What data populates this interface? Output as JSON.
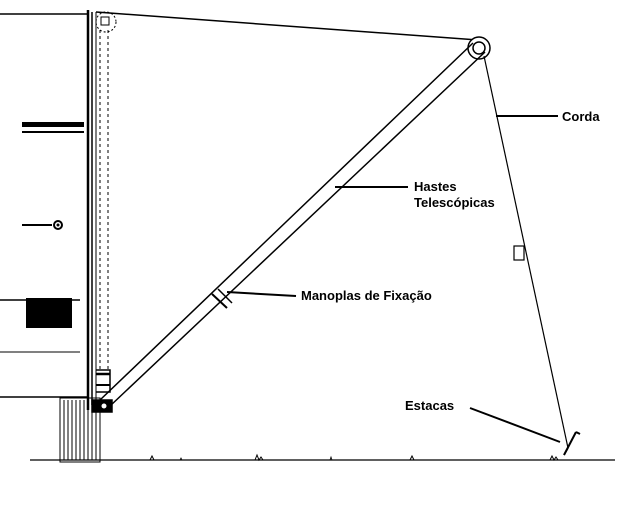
{
  "labels": {
    "corda": "Corda",
    "hastes_line1": "Hastes",
    "hastes_line2": "Telescópicas",
    "manoplas": "Manoplas de Fixação",
    "estacas": "Estacas"
  },
  "colors": {
    "ink": "#000000",
    "paper": "#ffffff",
    "window_fill": "#000000"
  }
}
